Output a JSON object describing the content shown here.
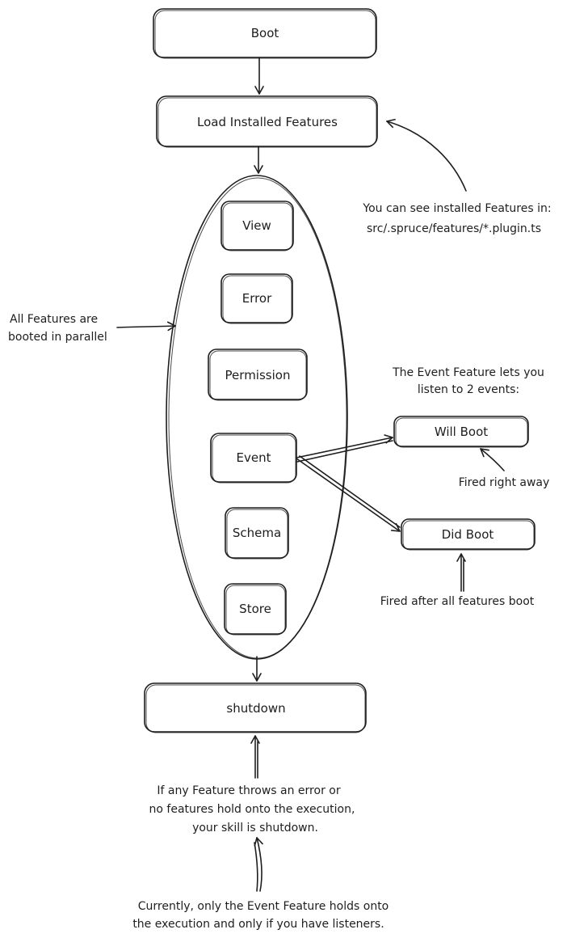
{
  "nodes": {
    "boot": "Boot",
    "load_installed_features": "Load Installed Features",
    "view": "View",
    "error": "Error",
    "permission": "Permission",
    "event": "Event",
    "schema": "Schema",
    "store": "Store",
    "will_boot": "Will Boot",
    "did_boot": "Did Boot",
    "shutdown": "shutdown"
  },
  "notes": {
    "installed_features": [
      "You can see installed Features in:",
      "src/.spruce/features/*.plugin.ts"
    ],
    "parallel": [
      "All Features are",
      "booted in parallel"
    ],
    "event_feature": [
      "The Event Feature lets you",
      "listen to 2 events:"
    ],
    "will_boot": "Fired right away",
    "did_boot": "Fired after all features boot",
    "shutdown_reason": [
      "If any Feature throws an error or",
      "no features hold onto the execution,",
      "your skill is shutdown."
    ],
    "event_holds": [
      "Currently, only the Event Feature holds onto",
      "the execution and only if you have listeners."
    ]
  },
  "colors": {
    "stroke": "#1e1e1e",
    "background": "#ffffff"
  }
}
